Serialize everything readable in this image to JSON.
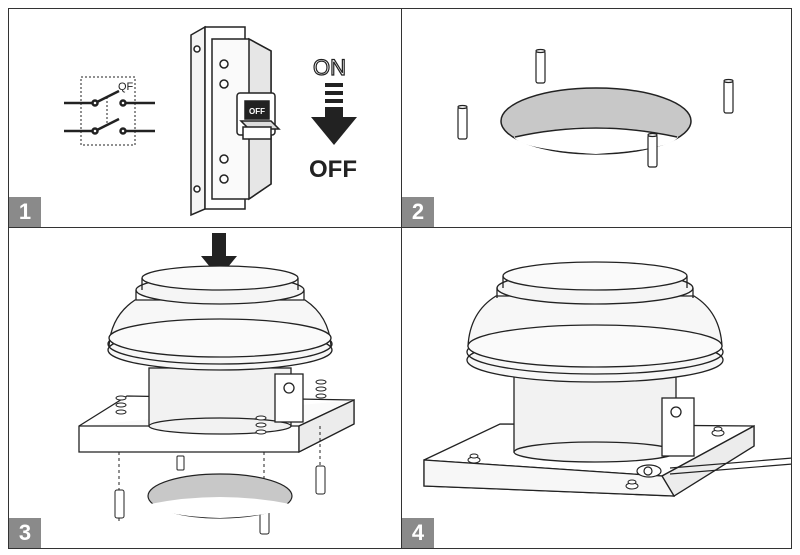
{
  "steps": [
    {
      "number": "1"
    },
    {
      "number": "2"
    },
    {
      "number": "3"
    },
    {
      "number": "4"
    }
  ],
  "breaker": {
    "qf_label": "QF",
    "switch_label": "OFF",
    "on_label": "ON",
    "off_label": "OFF"
  },
  "colors": {
    "border": "#333333",
    "badge": "#8a8a8a",
    "hole_fill": "#c8c8c8",
    "line": "#222222"
  }
}
